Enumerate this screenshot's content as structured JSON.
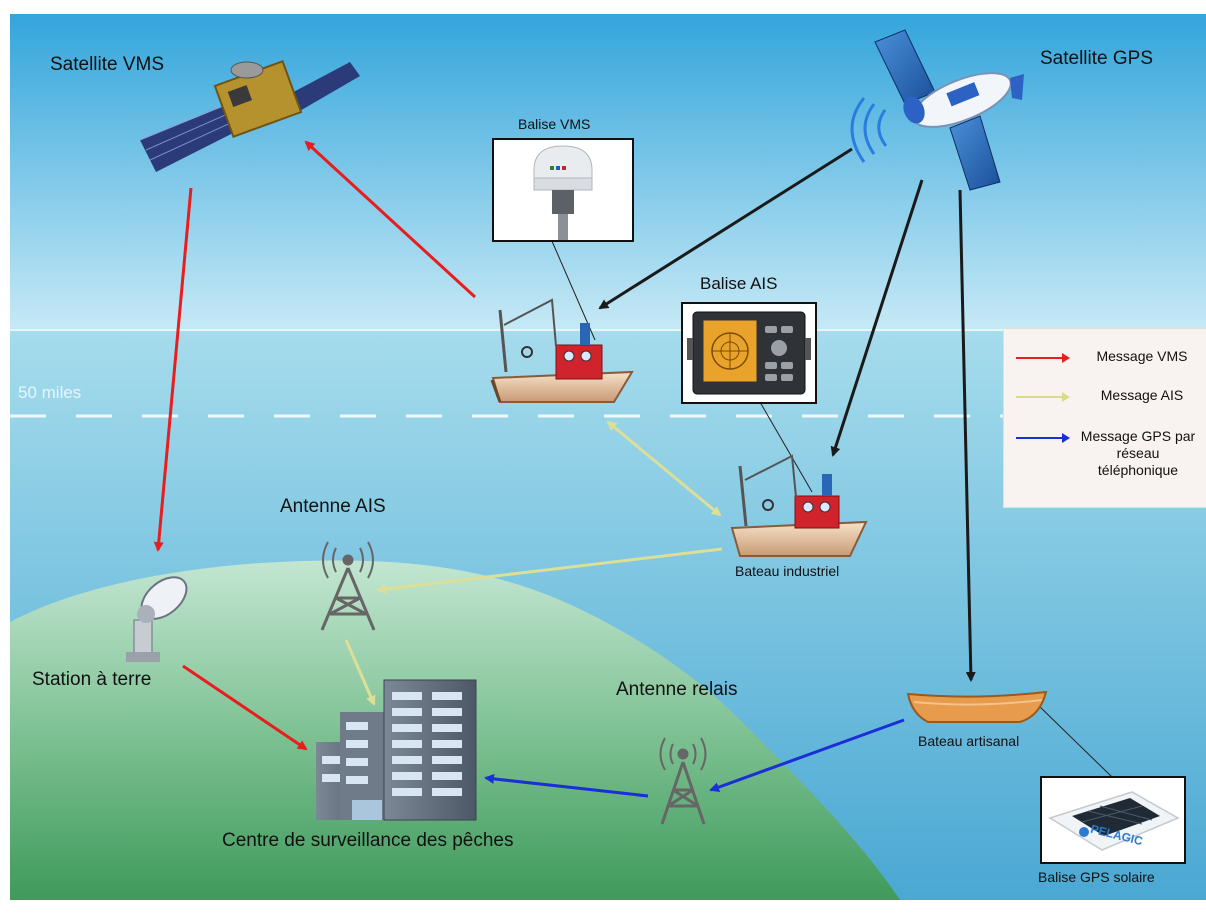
{
  "labels": {
    "satellite_vms": "Satellite VMS",
    "satellite_gps": "Satellite GPS",
    "balise_vms": "Balise VMS",
    "balise_ais": "Balise AIS",
    "fifty_miles": "50 miles",
    "antenne_ais": "Antenne AIS",
    "bateau_industriel": "Bateau industriel",
    "station_terre": "Station à terre",
    "antenne_relais": "Antenne relais",
    "bateau_artisanal": "Bateau artisanal",
    "centre": "Centre de surveillance des pêches",
    "balise_gps_solaire": "Balise GPS solaire",
    "pelagic_brand": "PELAGIC"
  },
  "legend": [
    {
      "label": "Message VMS",
      "color": "#e81e1e"
    },
    {
      "label": "Message AIS",
      "color": "#d8dc8c"
    },
    {
      "label": "Message GPS par réseau téléphonique",
      "color": "#1a2fd6"
    }
  ],
  "colors": {
    "sky_top": "#3aa9dc",
    "sky_bottom": "#bfe6f4",
    "sea_top": "#9fd8ea",
    "sea_bottom": "#49a9d4",
    "land_top": "#bfe3d0",
    "land_bottom": "#3e9a5a",
    "vms": "#e81e1e",
    "ais": "#dcdf98",
    "gps_net": "#1a2fd6",
    "gps": "#1a1a1a"
  }
}
